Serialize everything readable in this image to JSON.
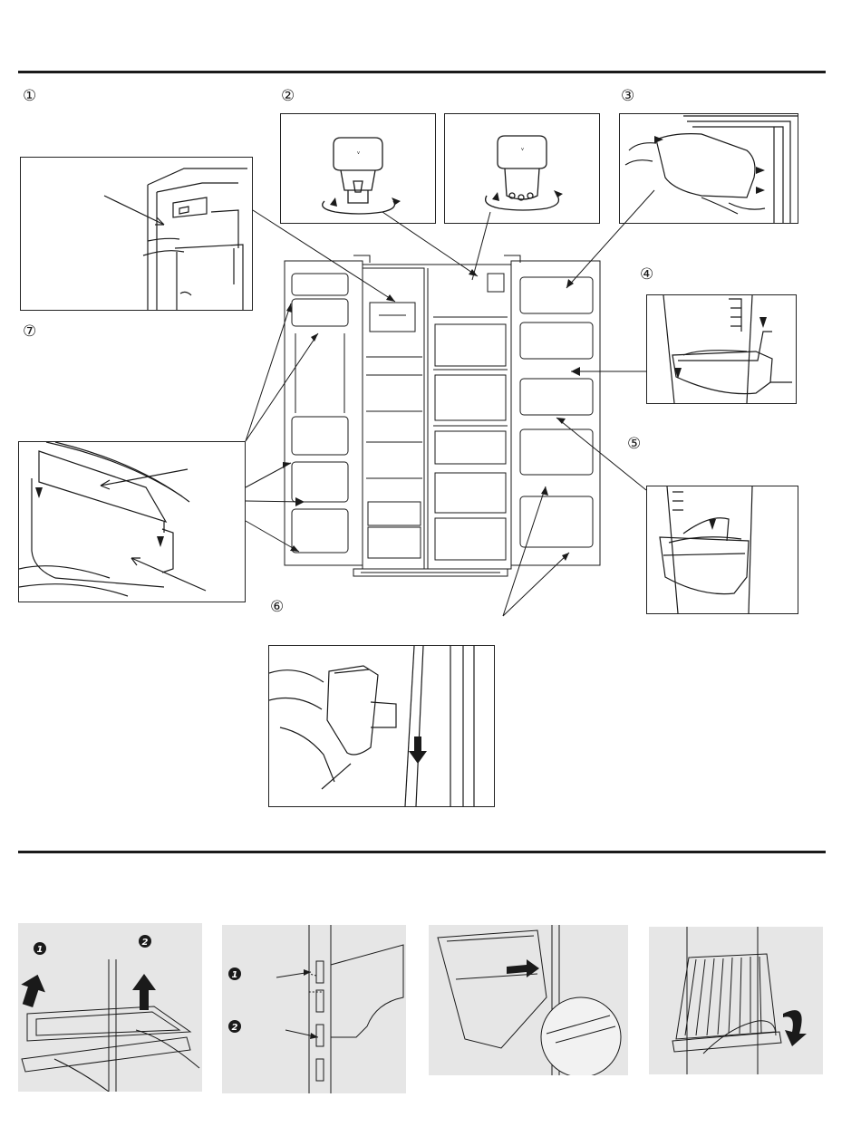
{
  "section_top": {
    "step_numbers": [
      "①",
      "②",
      "③",
      "④",
      "⑤",
      "⑥",
      "⑦"
    ]
  },
  "section_bottom": {
    "panel_a": {
      "badges": [
        "1",
        "2"
      ]
    },
    "panel_b": {
      "badges": [
        "1",
        "2"
      ]
    }
  },
  "colors": {
    "line": "#1a1a1a",
    "panel_bg": "#e6e6e6",
    "page_bg": "#ffffff"
  }
}
